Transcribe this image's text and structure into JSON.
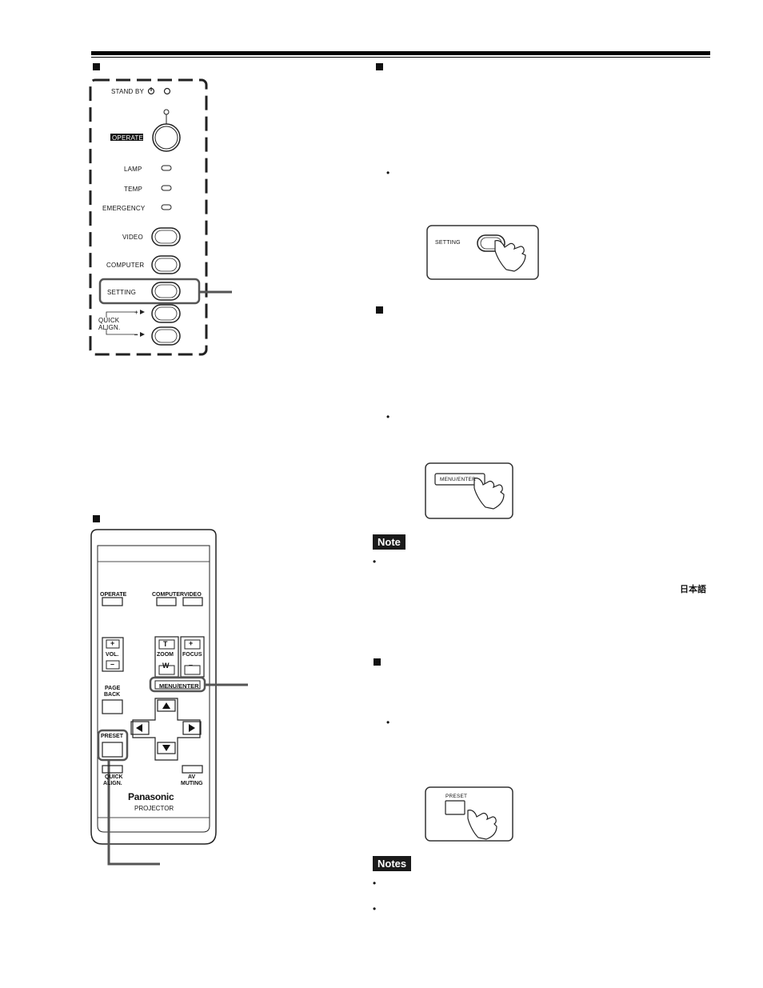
{
  "control_panel": {
    "stand_by": "STAND BY",
    "operate": "OPERATE",
    "lamp": "LAMP",
    "temp": "TEMP",
    "emergency": "EMERGENCY",
    "video": "VIDEO",
    "computer": "COMPUTER",
    "setting": "SETTING",
    "plus": "+",
    "minus": "–",
    "quick_align": [
      "QUICK",
      "ALIGN."
    ]
  },
  "setting_illustration": {
    "label": "SETTING"
  },
  "menu_illustration": {
    "label": "MENU/ENTER"
  },
  "preset_illustration": {
    "label": "PRESET"
  },
  "note_heading": "Note",
  "notes_heading": "Notes",
  "japanese_label": "日本語",
  "bullet": "•",
  "remote": {
    "operate": "OPERATE",
    "computer": "COMPUTER",
    "video": "VIDEO",
    "plus": "+",
    "minus": "–",
    "vol": "VOL.",
    "zoom_t": "T",
    "zoom": "ZOOM",
    "zoom_w": "W",
    "focus": "FOCUS",
    "menu_enter": "MENU/ENTER",
    "page_back": [
      "PAGE",
      "BACK"
    ],
    "preset": "PRESET",
    "quick_align": [
      "QUICK",
      "ALIGN."
    ],
    "av_muting": [
      "AV",
      "MUTING"
    ],
    "brand": "Panasonic",
    "projector": "PROJECTOR"
  }
}
